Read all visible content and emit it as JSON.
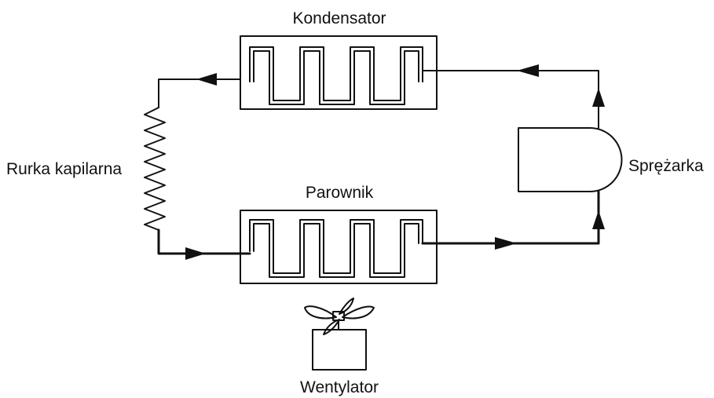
{
  "labels": {
    "condenser": "Kondensator",
    "evaporator": "Parownik",
    "capillary_tube": "Rurka kapilarna",
    "compressor": "Sprężarka",
    "fan": "Wentylator"
  }
}
